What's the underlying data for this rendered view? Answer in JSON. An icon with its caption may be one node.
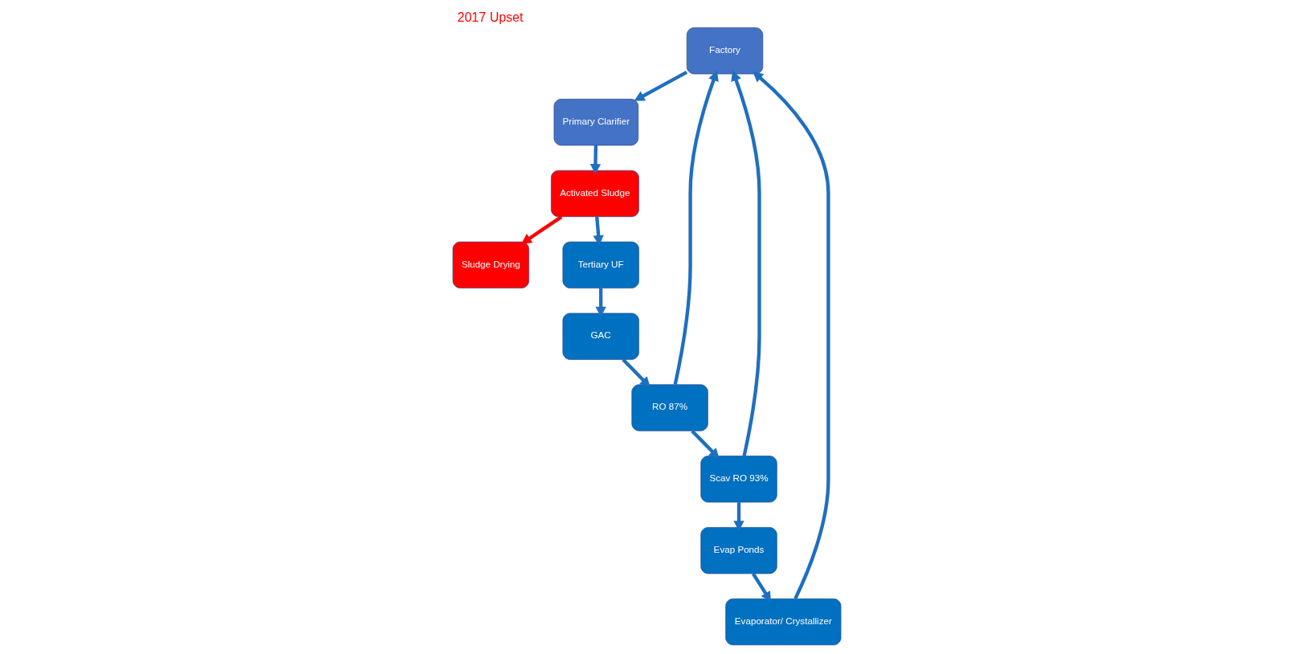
{
  "diagram": {
    "title": "2017 Upset",
    "nodes": [
      {
        "text": [
          "Factory"
        ]
      },
      {
        "text": [
          "Primary Clarifier"
        ]
      },
      {
        "text": [
          "Activated Sludge"
        ]
      },
      {
        "text": [
          "Sludge Drying"
        ]
      },
      {
        "text": [
          "Tertiary UF"
        ]
      },
      {
        "text": [
          "GAC"
        ]
      },
      {
        "text": [
          "RO 87%"
        ]
      },
      {
        "text": [
          "Scav RO 93%"
        ]
      },
      {
        "text": [
          "Evap Ponds"
        ]
      },
      {
        "text": [
          "Evaporator/ Crystallizer"
        ]
      }
    ],
    "edges": [
      {
        "from": 0,
        "to": 1,
        "arrow": "to"
      },
      {
        "from": 1,
        "to": 2,
        "arrow": "to"
      },
      {
        "from": 2,
        "to": 3,
        "arrow": "to",
        "color": "#ff0000"
      },
      {
        "from": 2,
        "to": 4,
        "arrow": "to"
      },
      {
        "from": 4,
        "to": 5,
        "arrow": "to"
      },
      {
        "from": 5,
        "to": 6,
        "arrow": "to"
      },
      {
        "from": 6,
        "to": 7,
        "arrow": "to"
      },
      {
        "from": 6,
        "to": 0,
        "arrow": "to"
      },
      {
        "from": 7,
        "to": 8,
        "arrow": "to"
      },
      {
        "from": 7,
        "to": 0,
        "arrow": "to"
      },
      {
        "from": 8,
        "to": 9,
        "arrow": "to"
      },
      {
        "from": 9,
        "to": 0,
        "arrow": "to"
      }
    ]
  }
}
